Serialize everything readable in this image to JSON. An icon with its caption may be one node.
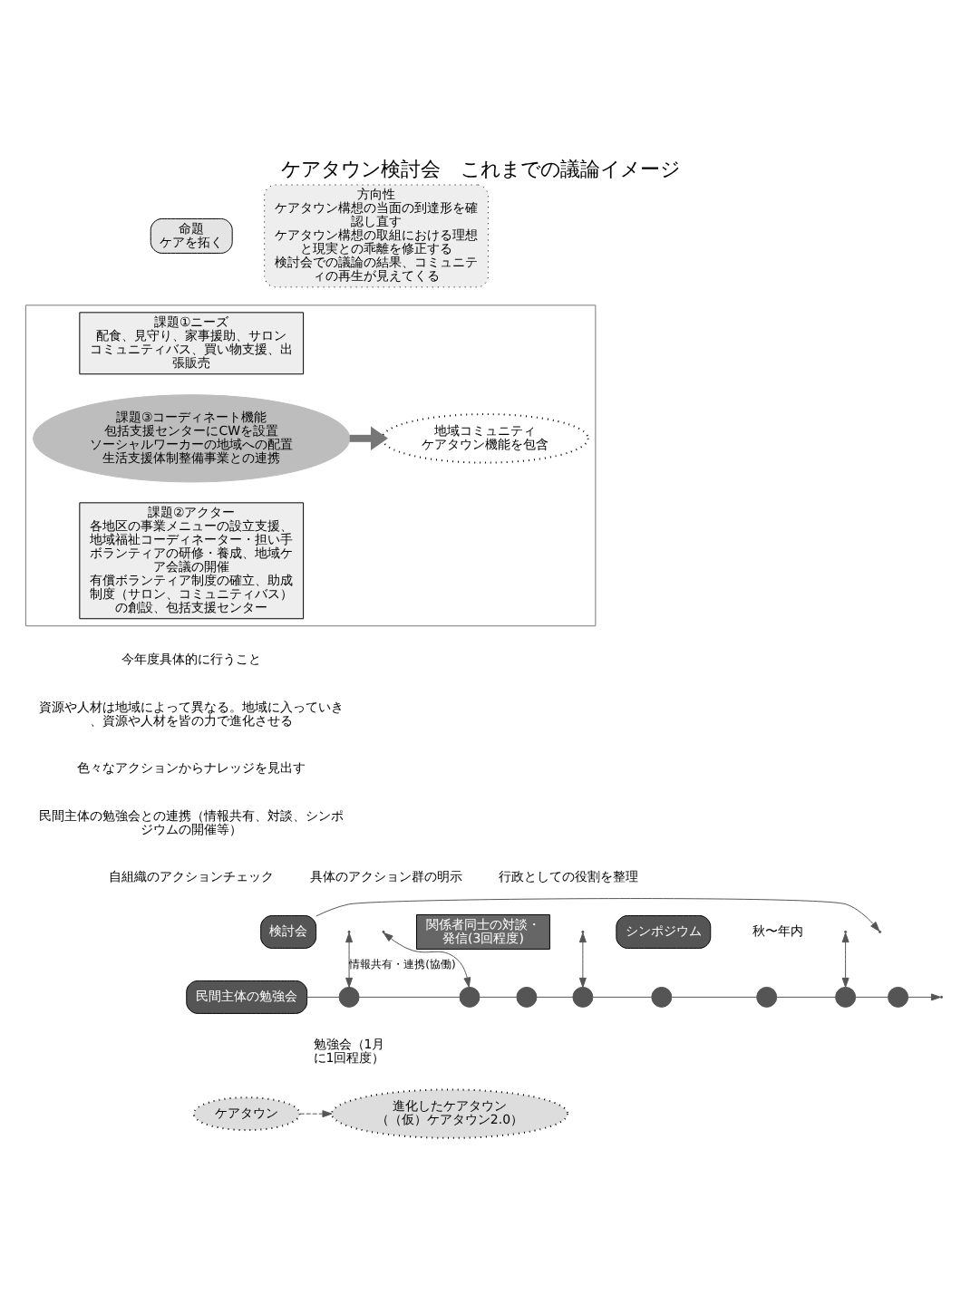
{
  "diagram": {
    "title": "ケアタウン検討会　これまでの議論イメージ",
    "nodes": [
      {
        "text": [
          "命題",
          "ケアを拓く"
        ]
      },
      {
        "text": [
          "方向性",
          "ケアタウン構想の当面の到達形を確認し直す",
          "ケアタウン構想の取組における理想と現実との乖離を修正する",
          "検討会での議論の結果、コミュニティの再生が見えてくる"
        ]
      },
      {
        "text": [],
        "shape": "box"
      },
      {
        "text": [
          "課題①ニーズ",
          "配食、見守り、家事援助、サロン",
          "コミュニティバス、買い物支援、出張販売"
        ],
        "in": 2
      },
      {
        "text": [
          "課題②アクター",
          "各地区の事業メニューの設立支援、地域福祉コーディネーター・担い手ボランティアの研修・養成、地域ケア会議の開催",
          "有償ボランティア制度の確立、助成制度（サロン、コミュニティバス）の創設、包括支援センター"
        ],
        "in": 2
      },
      {
        "text": [
          "課題③コーディネート機能",
          "包括支援センターにCWを設置",
          "ソーシャルワーカーの地域への配置",
          "生活支援体制整備事業との連携"
        ],
        "in": 2
      },
      {
        "text": [
          "地域コミュニティ",
          "ケアタウン機能を包含"
        ],
        "in": 2
      },
      {
        "text": [
          "検討会"
        ]
      },
      {
        "text": [
          "民間主体の勉強会"
        ]
      },
      {
        "text": [
          "関係者同士の対談・発信(3回程度)"
        ]
      },
      {
        "text": [
          "シンポジウム"
        ],
        "beside": [
          "秋〜年内"
        ]
      },
      {
        "text": [],
        "shape": "circle",
        "beside": [
          "勉強会（1月に1回程度）"
        ]
      },
      {
        "text": [],
        "shape": "circle"
      },
      {
        "text": [],
        "shape": "circle"
      },
      {
        "text": [],
        "shape": "circle"
      },
      {
        "text": [],
        "shape": "circle"
      },
      {
        "text": [],
        "shape": "circle"
      },
      {
        "text": [],
        "shape": "circle"
      },
      {
        "text": [],
        "shape": "circle"
      },
      {
        "text": [
          "ケアタウン"
        ]
      },
      {
        "text": [
          "進化したケアタウン",
          "（（仮）ケアタウン2.0）"
        ]
      }
    ],
    "edges": [
      {
        "from": 5,
        "to": 6,
        "arrow": "to",
        "style": "thick"
      },
      {
        "from": 8,
        "to": 11,
        "arrow": "none"
      },
      {
        "from": 11,
        "to": 12,
        "arrow": "none"
      },
      {
        "from": 12,
        "to": 13,
        "arrow": "none"
      },
      {
        "from": 13,
        "to": 14,
        "arrow": "none"
      },
      {
        "from": 14,
        "to": 15,
        "arrow": "none"
      },
      {
        "from": 15,
        "to": 16,
        "arrow": "none"
      },
      {
        "from": 16,
        "to": 17,
        "arrow": "none"
      },
      {
        "from": 17,
        "to": 18,
        "arrow": "none"
      },
      {
        "from": 18,
        "to": null,
        "arrow": "to"
      },
      {
        "from": 7,
        "to": null,
        "arrow": "to"
      },
      {
        "from": 11,
        "to": null,
        "arrow": "both",
        "label": "情報共有・連携(協働)"
      },
      {
        "from": 12,
        "to": null,
        "arrow": "both"
      },
      {
        "from": 14,
        "to": null,
        "arrow": "both"
      },
      {
        "from": 17,
        "to": null,
        "arrow": "both"
      },
      {
        "from": 19,
        "to": 20,
        "arrow": "to",
        "style": "dashed"
      }
    ],
    "labels": [
      "今年度具体的に行うこと",
      "資源や人材は地域によって異なる。地域に入っていき、資源や人材を皆の力で進化させる",
      "色々なアクションからナレッジを見出す",
      "民間主体の勉強会との連携（情報共有、対談、シンポジウムの開催等）",
      "自組織のアクションチェック",
      "具体のアクション群の明示",
      "行政としての役割を整理"
    ]
  }
}
